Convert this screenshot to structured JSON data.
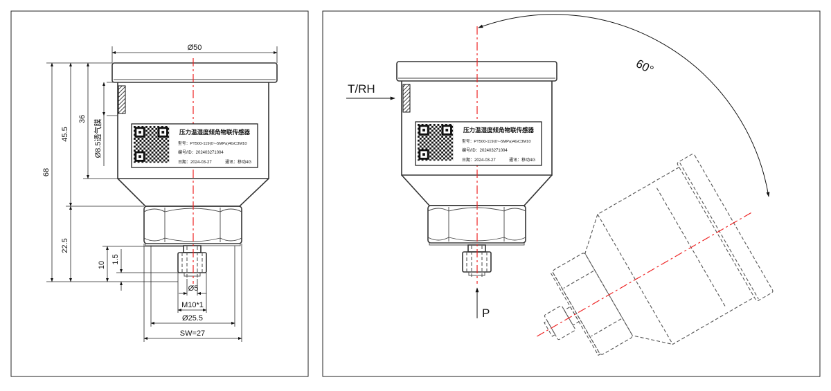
{
  "left_view": {
    "dimensions": {
      "cap_diameter": "Ø50",
      "total_height": "68",
      "body_height": "45.5",
      "membrane_height": "36",
      "membrane_label": "Ø8.5透气膜",
      "fitting_height": "22.5",
      "thread_length": "10",
      "chamfer": "1.5",
      "bore": "Ø5",
      "thread": "M10*1",
      "hex_diameter": "Ø25.5",
      "hex_wrench": "SW=27"
    }
  },
  "right_view": {
    "angle": "60°",
    "input_label": "T/RH",
    "pressure_label": "P"
  },
  "nameplate": {
    "title": "压力温湿度倾角物联传感器",
    "model": "型号：PT500-119(0~-5MPa)4GC3M10",
    "id": "编号/ID：202403271004",
    "date": "日期：2024-03-27",
    "comm": "通讯：移动4G"
  }
}
